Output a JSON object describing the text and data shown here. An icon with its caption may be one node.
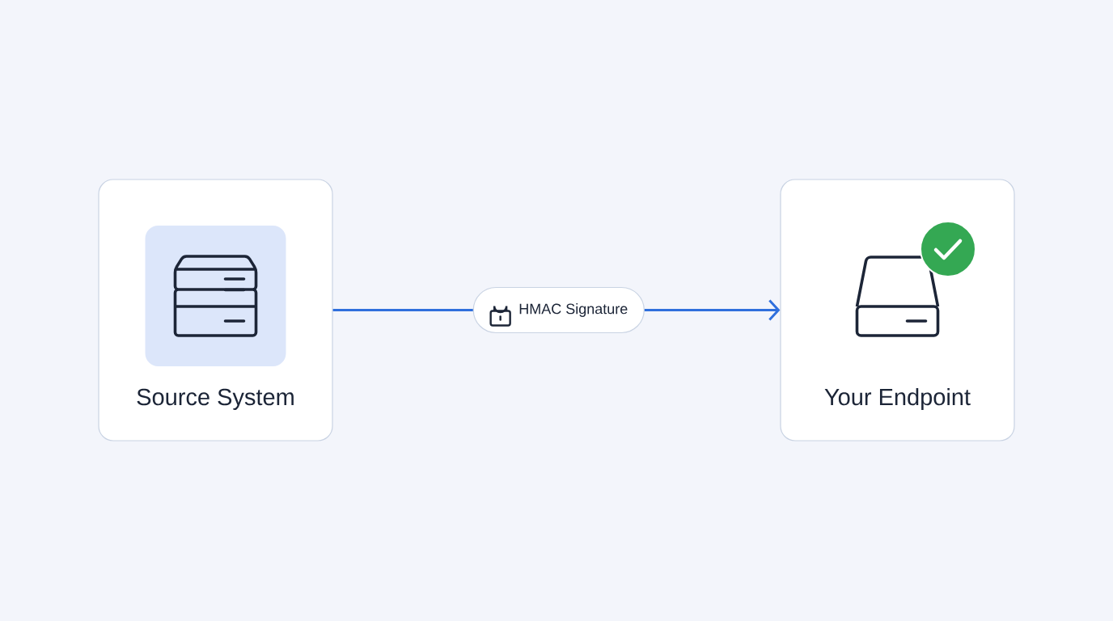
{
  "diagram": {
    "nodes": [
      {
        "text": [
          "Source System"
        ]
      },
      {
        "text": [
          "Your Endpoint"
        ]
      }
    ],
    "edges": [
      {
        "from": 0,
        "to": 1,
        "arrow": "to",
        "label": "HMAC Signature"
      }
    ]
  }
}
